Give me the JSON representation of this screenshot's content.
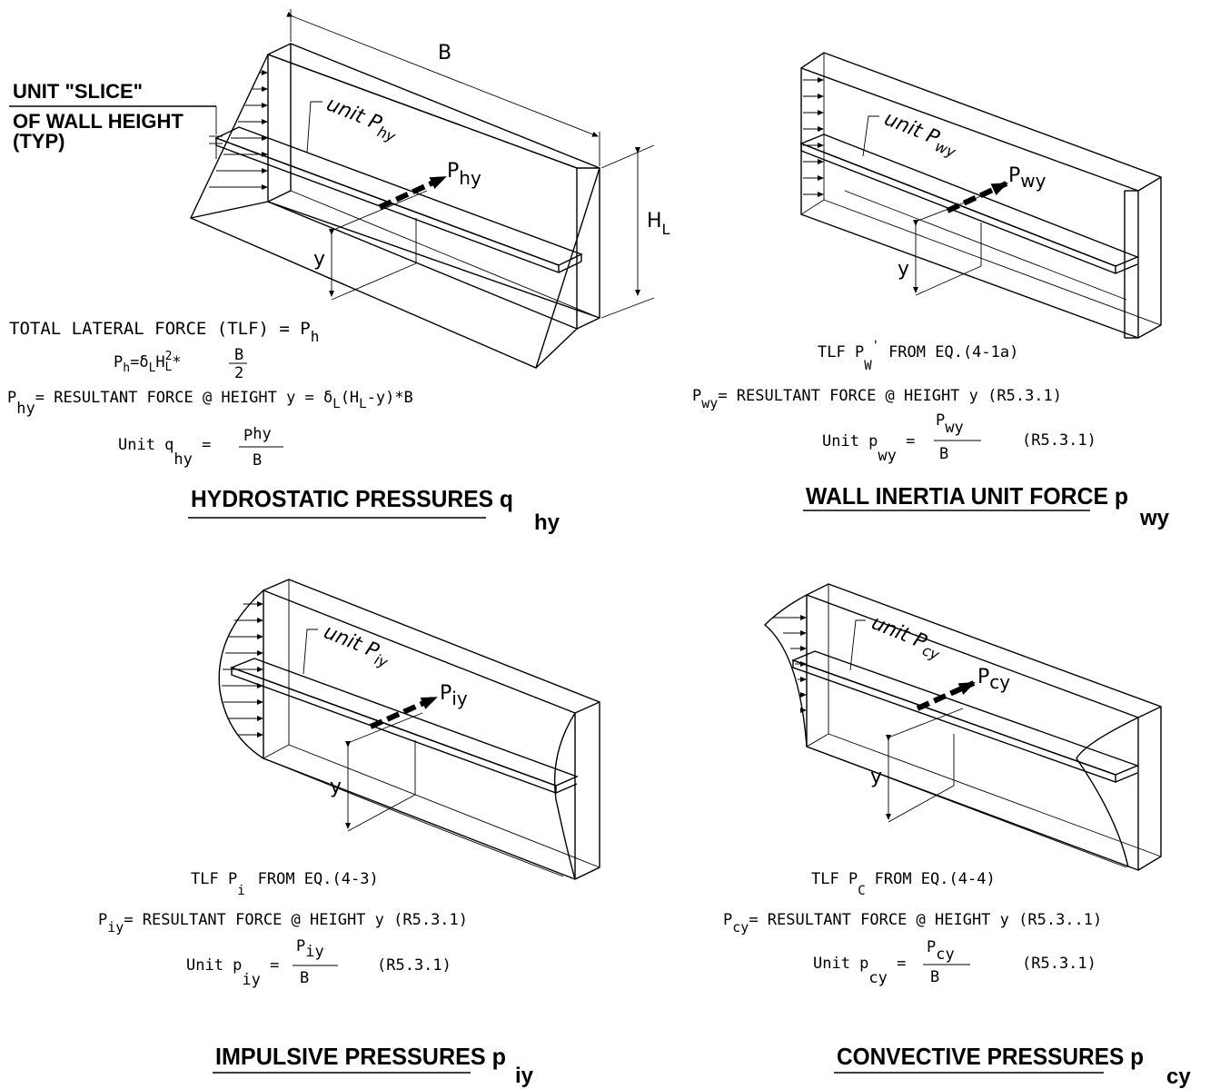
{
  "panels": {
    "hydrostatic": {
      "label_B": "B",
      "label_HL": "H",
      "label_HL_sub": "L",
      "label_y": "y",
      "unit_label": "unit P",
      "unit_label_sub": "hy",
      "force_label": "P",
      "force_label_sub": "hy",
      "callout_line1": "UNIT \"SLICE\"",
      "callout_line2": "OF WALL HEIGHT",
      "callout_line3": "(TYP)",
      "eq_tlf": "TOTAL LATERAL FORCE (TLF) = P",
      "eq_tlf_sub": "h",
      "eq_ph": "P",
      "eq_ph_sub": "h",
      "eq_ph_rhs": "=δ",
      "eq_ph_rhs2": "H",
      "eq_ph_exp": "2",
      "eq_ph_sub2": "L",
      "eq_ph_mult": "*",
      "eq_ph_frac_num": "B",
      "eq_ph_frac_den": "2",
      "eq_phy_lhs": "P",
      "eq_phy_lhs_sub": "hy",
      "eq_phy_rhs": "= RESULTANT FORCE @ HEIGHT y = δ",
      "eq_phy_rhs_sub": "L",
      "eq_phy_rhs2": "(H",
      "eq_phy_rhs2_sub": "L",
      "eq_phy_rhs3": "-y)*B",
      "eq_unit_lhs": "Unit q",
      "eq_unit_lhs_sub": "hy",
      "eq_unit_num": "P",
      "eq_unit_num_sub": "hy",
      "eq_unit_den": "B",
      "title": "HYDROSTATIC PRESSURES q",
      "title_sub": "hy"
    },
    "wall_inertia": {
      "label_y": "y",
      "unit_label": "unit P",
      "unit_label_sub": "wy",
      "force_label": "P",
      "force_label_sub": "wy",
      "eq_tlf": "TLF P",
      "eq_tlf_sub": "W",
      "eq_tlf_sup": "'",
      "eq_tlf_rhs": "FROM EQ.(4-1a)",
      "eq_p_lhs": "P",
      "eq_p_lhs_sub": "wy",
      "eq_p_rhs": "= RESULTANT FORCE @ HEIGHT y (R5.3.1)",
      "eq_unit_lhs": "Unit p",
      "eq_unit_lhs_sub": "wy",
      "eq_unit_num": "P",
      "eq_unit_num_sub": "wy",
      "eq_unit_den": "B",
      "eq_unit_ref": "(R5.3.1)",
      "title": "WALL INERTIA UNIT FORCE p",
      "title_sub": "wy"
    },
    "impulsive": {
      "label_y": "y",
      "unit_label": "unit P",
      "unit_label_sub": "iy",
      "force_label": "P",
      "force_label_sub": "iy",
      "eq_tlf": "TLF P",
      "eq_tlf_sub": "i",
      "eq_tlf_rhs": "FROM EQ.(4-3)",
      "eq_p_lhs": "P",
      "eq_p_lhs_sub": "iy",
      "eq_p_rhs": "= RESULTANT FORCE @ HEIGHT y (R5.3.1)",
      "eq_unit_lhs": "Unit p",
      "eq_unit_lhs_sub": "iy",
      "eq_unit_num": "P",
      "eq_unit_num_sub": "iy",
      "eq_unit_den": "B",
      "eq_unit_ref": "(R5.3.1)",
      "title": "IMPULSIVE PRESSURES p",
      "title_sub": "iy"
    },
    "convective": {
      "label_y": "y",
      "unit_label": "unit P",
      "unit_label_sub": "cy",
      "force_label": "P",
      "force_label_sub": "cy",
      "eq_tlf": "TLF P",
      "eq_tlf_sub": "C",
      "eq_tlf_rhs": "FROM EQ.(4-4)",
      "eq_p_lhs": "P",
      "eq_p_lhs_sub": "cy",
      "eq_p_rhs": "= RESULTANT FORCE @ HEIGHT y (R5.3..1)",
      "eq_unit_lhs": "Unit p",
      "eq_unit_lhs_sub": "cy",
      "eq_unit_num": "P",
      "eq_unit_num_sub": "cy",
      "eq_unit_den": "B",
      "eq_unit_ref": "(R5.3.1)",
      "title": "CONVECTIVE PRESSURES p",
      "title_sub": "cy"
    }
  }
}
